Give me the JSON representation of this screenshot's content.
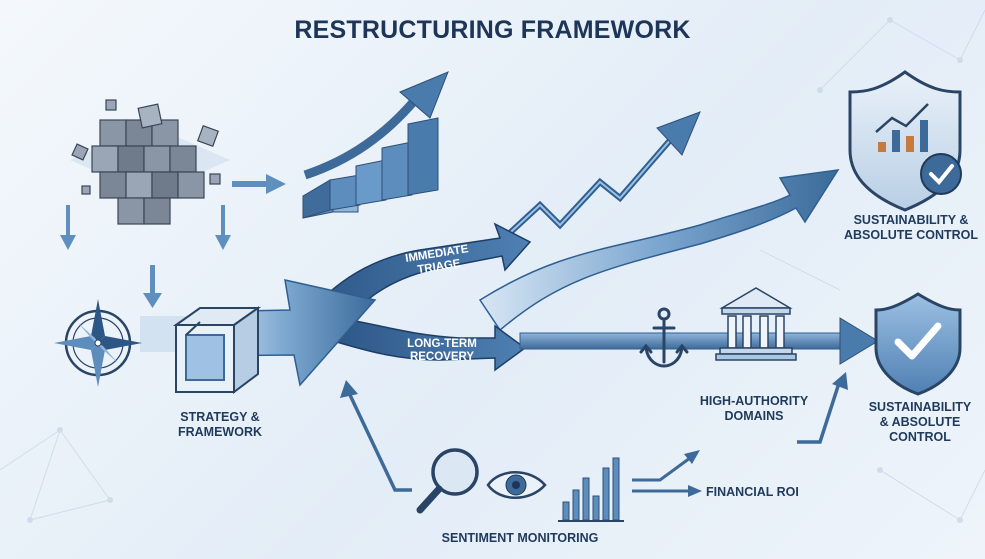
{
  "title": "RESTRUCTURING FRAMEWORK",
  "labels": {
    "immediate_triage": "IMMEDIATE\nTRIAGE",
    "long_term_recovery": "LONG-TERM\nRECOVERY",
    "strategy_framework": "STRATEGY &\nFRAMEWORK",
    "sustainability_top": "SUSTAINABILITY &\nABSOLUTE CONTROL",
    "sustainability_bottom": "SUSTAINABILITY\n& ABSOLUTE\nCONTROL",
    "high_authority": "HIGH-AUTHORITY\nDOMAINS",
    "financial_roi": "FINANCIAL ROI",
    "sentiment_monitoring": "SENTIMENT MONITORING"
  },
  "icons": [
    "broken-cubes-icon",
    "bar-staircase-icon",
    "compass-icon",
    "cube-frame-icon",
    "anchor-icon",
    "bank-building-icon",
    "shield-chart-icon",
    "shield-check-icon",
    "magnifier-icon",
    "eye-icon",
    "bar-chart-icon"
  ],
  "colors": {
    "primary": "#3d6a98",
    "light": "#a9c6e2",
    "dark": "#1d3557"
  }
}
